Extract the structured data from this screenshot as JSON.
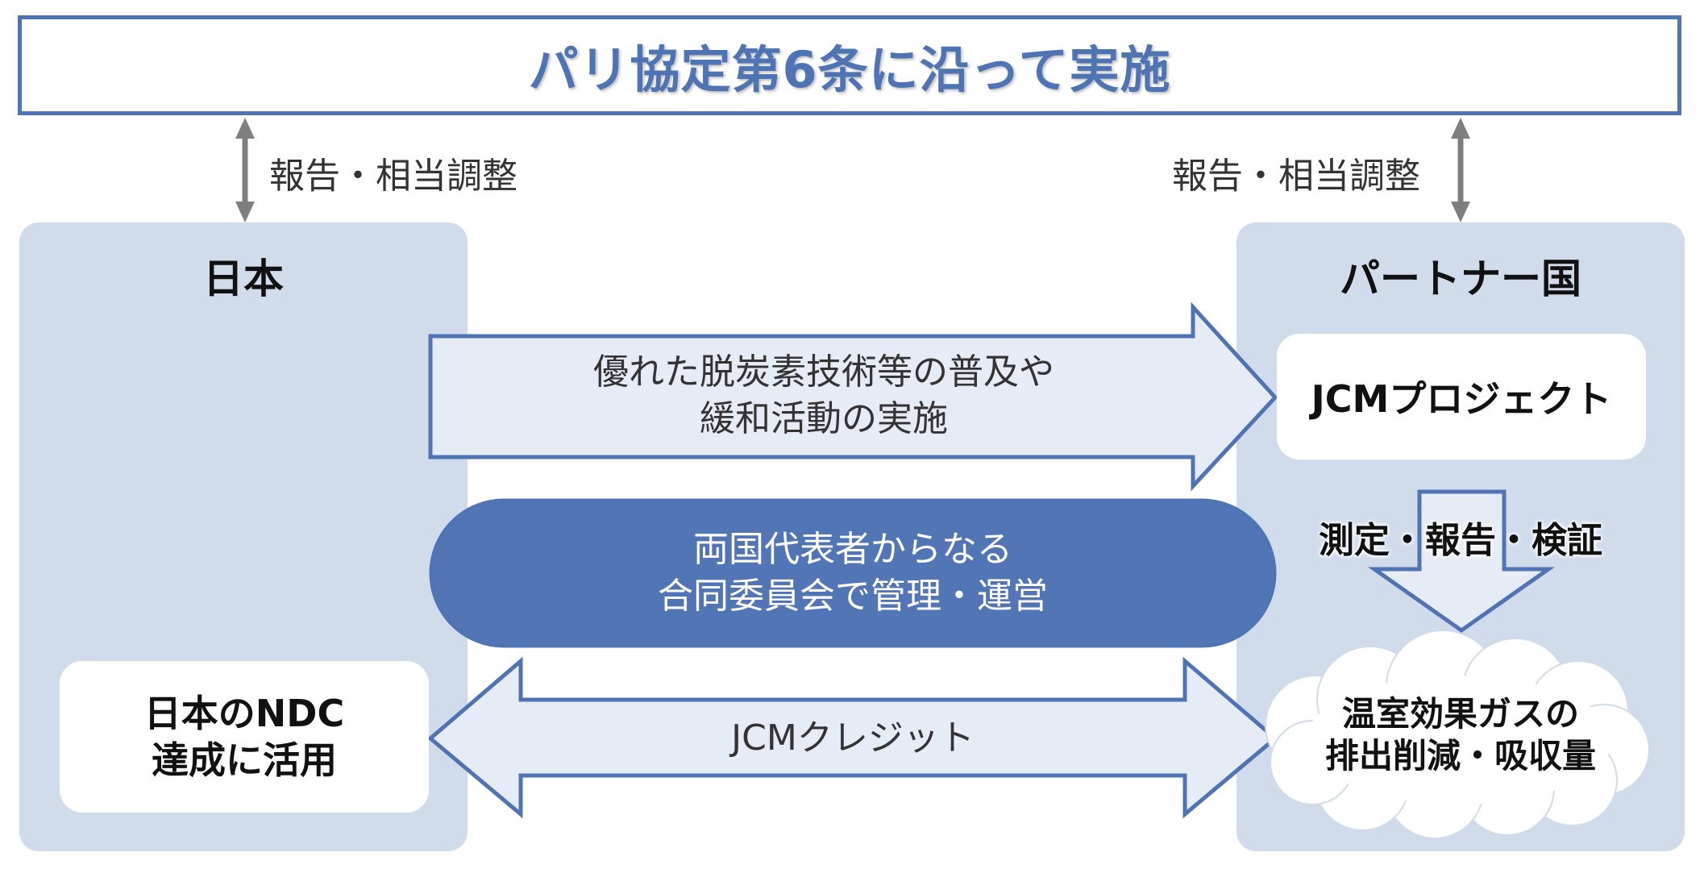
{
  "title": "パリ協定第6条に沿って実施",
  "report_left": "報告・相当調整",
  "report_right": "報告・相当調整",
  "japan": {
    "title": "日本",
    "ndc_line1": "日本のNDC",
    "ndc_line2": "達成に活用"
  },
  "partner": {
    "title": "パートナー国",
    "project": "JCMプロジェクト",
    "mrv": "測定・報告・検証",
    "ghg_line1": "温室効果ガスの",
    "ghg_line2": "排出削減・吸収量"
  },
  "arrow_top": {
    "line1": "優れた脱炭素技術等の普及や",
    "line2": "緩和活動の実施"
  },
  "committee": {
    "line1": "両国代表者からなる",
    "line2": "合同委員会で管理・運営"
  },
  "credit": "JCMクレジット",
  "colors": {
    "accent": "#4f74b3",
    "panel": "#d0dbec",
    "arrow_fill": "#e6ecf5",
    "pill": "#5275b5",
    "connector": "#7f7f7f"
  }
}
